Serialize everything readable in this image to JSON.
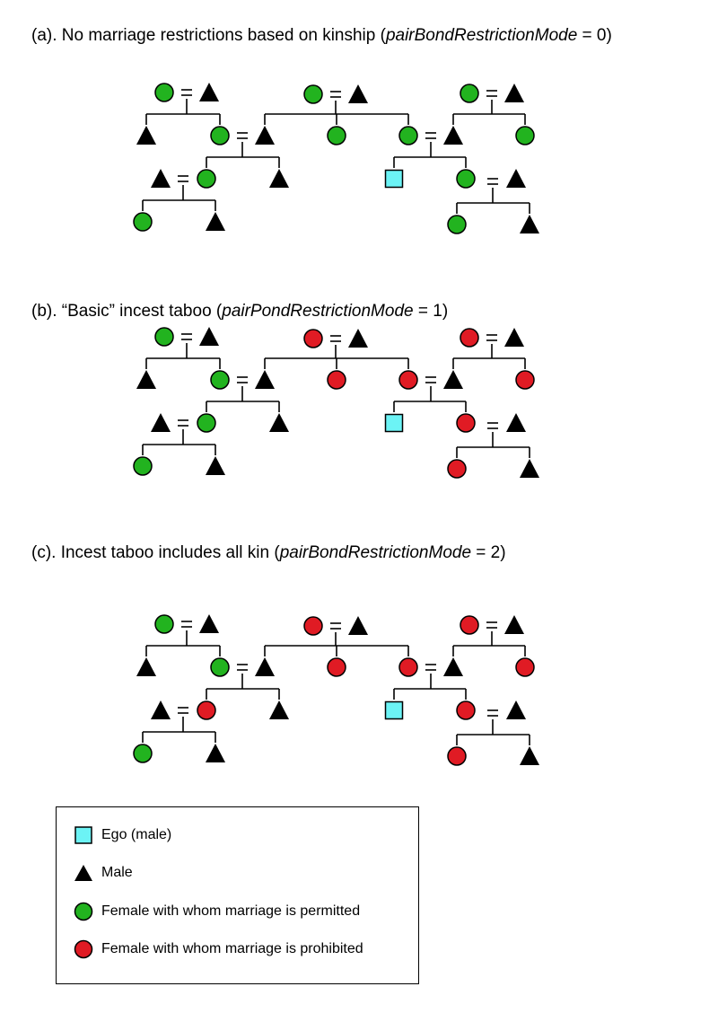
{
  "colors": {
    "permitted": "#22b31f",
    "prohibited": "#e01b24",
    "ego": "#6cf3f5",
    "male": "#000000",
    "line": "#000000"
  },
  "panels": [
    {
      "title_prefix": "(a). No marriage restrictions based on kinship (",
      "title_param": "pairBondRestrictionMode",
      "title_suffix": " = 0)",
      "status": {
        "gp1_f": "permitted",
        "gp2_f": "permitted",
        "gp3_f": "permitted",
        "a1_f": "permitted",
        "c_f": "permitted",
        "m_f": "permitted",
        "a3_f": "permitted",
        "cl_f": "permitted",
        "r_f": "permitted",
        "ll_f": "permitted",
        "rl_f": "permitted"
      }
    },
    {
      "title_prefix": "(b). “Basic” incest taboo (",
      "title_param": "pairPondRestrictionMode",
      "title_suffix": " = 1)",
      "status": {
        "gp1_f": "permitted",
        "gp2_f": "prohibited",
        "gp3_f": "prohibited",
        "a1_f": "permitted",
        "c_f": "prohibited",
        "m_f": "prohibited",
        "a3_f": "prohibited",
        "cl_f": "permitted",
        "r_f": "prohibited",
        "ll_f": "permitted",
        "rl_f": "prohibited"
      }
    },
    {
      "title_prefix": "(c). Incest taboo includes all kin (",
      "title_param": "pairBondRestrictionMode",
      "title_suffix": " = 2)",
      "status": {
        "gp1_f": "permitted",
        "gp2_f": "prohibited",
        "gp3_f": "prohibited",
        "a1_f": "permitted",
        "c_f": "prohibited",
        "m_f": "prohibited",
        "a3_f": "prohibited",
        "cl_f": "prohibited",
        "r_f": "prohibited",
        "ll_f": "permitted",
        "rl_f": "prohibited"
      }
    }
  ],
  "legend": {
    "items": [
      {
        "symbol": "ego",
        "label": "Ego (male)"
      },
      {
        "symbol": "male",
        "label": "Male"
      },
      {
        "symbol": "permitted",
        "label": "Female with whom marriage is permitted"
      },
      {
        "symbol": "prohibited",
        "label": "Female with whom marriage is prohibited"
      }
    ]
  }
}
